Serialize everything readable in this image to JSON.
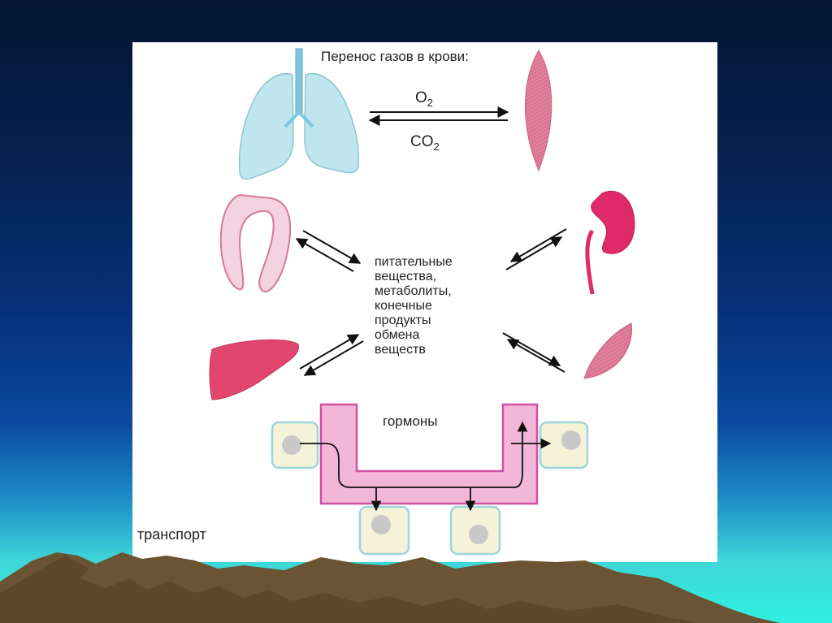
{
  "diagram": {
    "title": "Перенос газов в крови:",
    "o2_label": "O",
    "o2_sub": "2",
    "co2_label": "CO",
    "co2_sub": "2",
    "nutrients_lines": [
      "питательные",
      "вещества,",
      "метаболиты,",
      "конечные",
      "продукты",
      "обмена",
      "веществ"
    ],
    "hormones_label": "гормоны",
    "transport_label": "транспорт"
  },
  "colors": {
    "lungs": "#bfe6ee",
    "muscle": "#e07f9c",
    "organ_red": "#e0466e",
    "tube_pink": "#f2b6d8",
    "cell_fill": "#f4f2d8",
    "cell_border": "#9ed4dc",
    "nucleus": "#c8c8c8",
    "mountain": "#6b5434"
  }
}
